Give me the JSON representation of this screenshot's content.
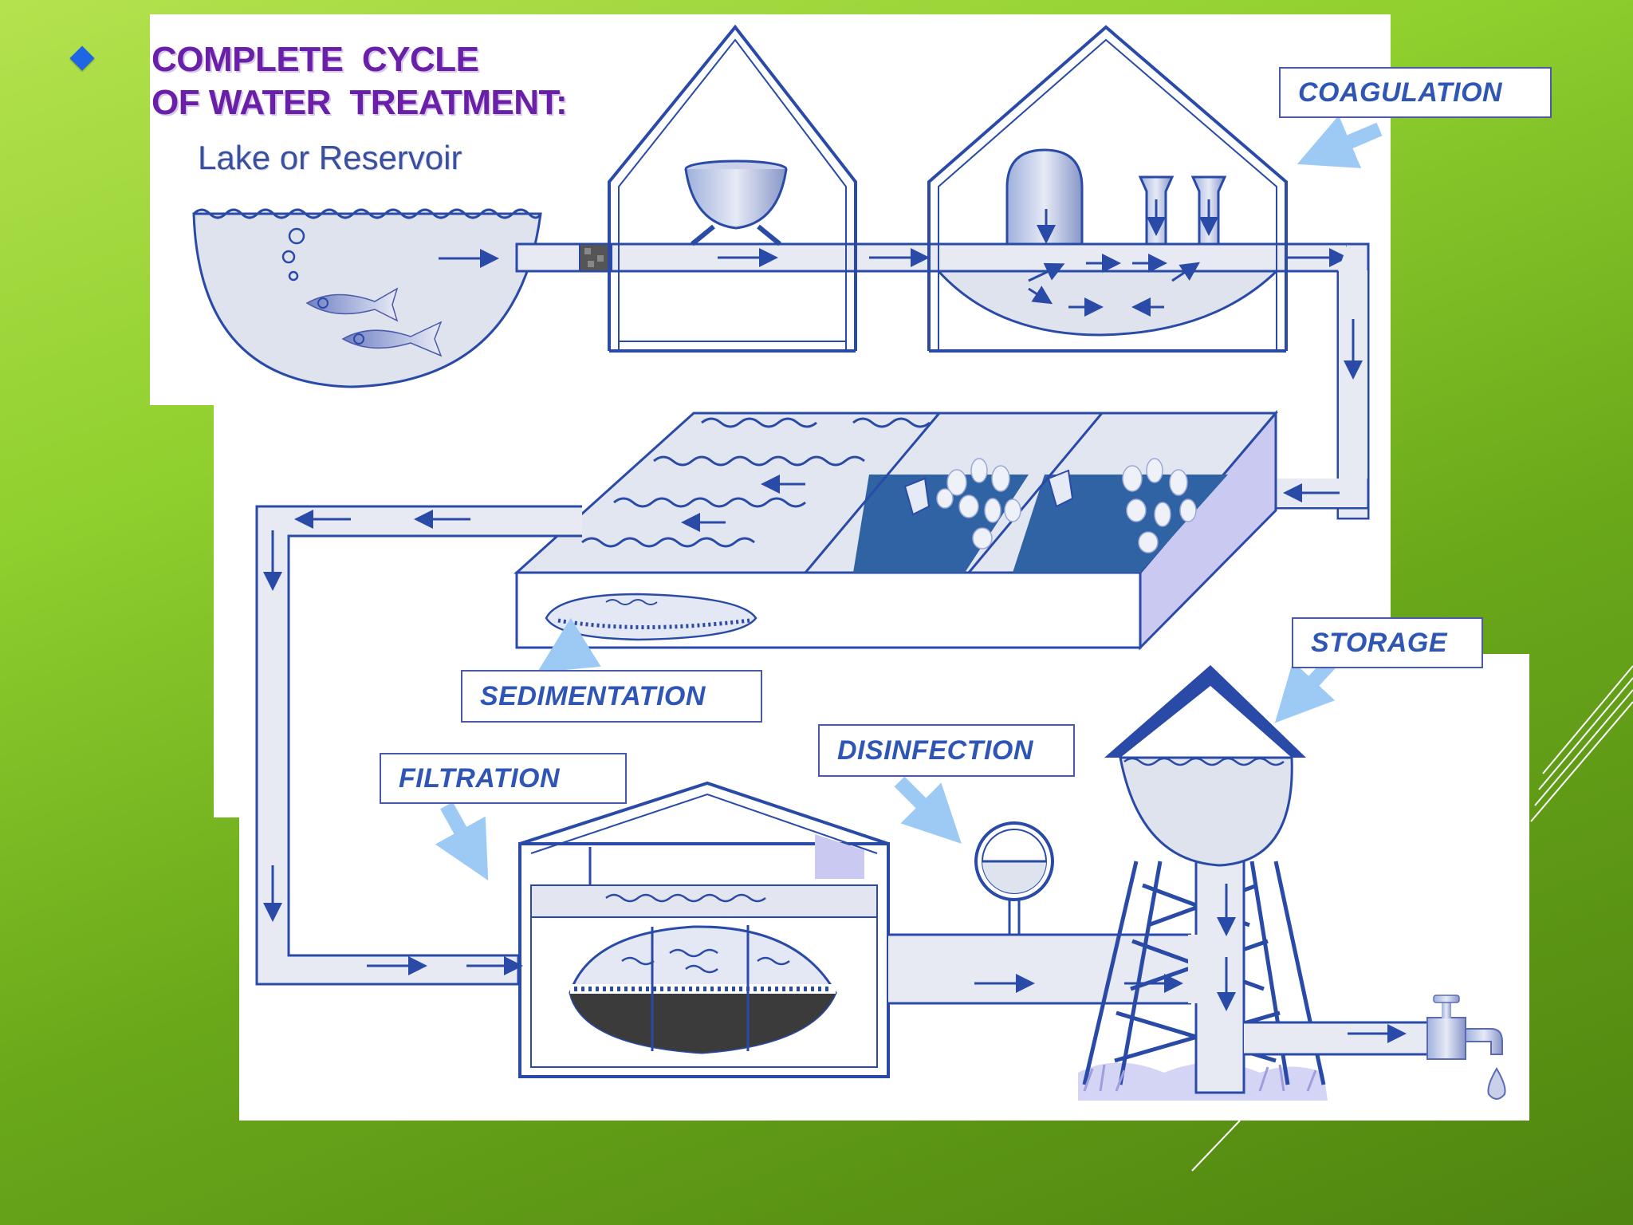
{
  "title": {
    "line1": "COMPLETE  CYCLE",
    "line2": "OF WATER  TREATMENT:"
  },
  "source_label": "Lake or Reservoir",
  "stages": {
    "coagulation": "COAGULATION",
    "sedimentation": "SEDIMENTATION",
    "filtration": "FILTRATION",
    "disinfection": "DISINFECTION",
    "storage": "STORAGE"
  },
  "colors": {
    "pipe_outline": "#2a4aa8",
    "water_fill": "#dfe3ee",
    "label_text": "#2f55b5",
    "title_text": "#6a1fa8",
    "pointer_arrow": "#9dcaf5",
    "background_green": "#7fbf24"
  }
}
